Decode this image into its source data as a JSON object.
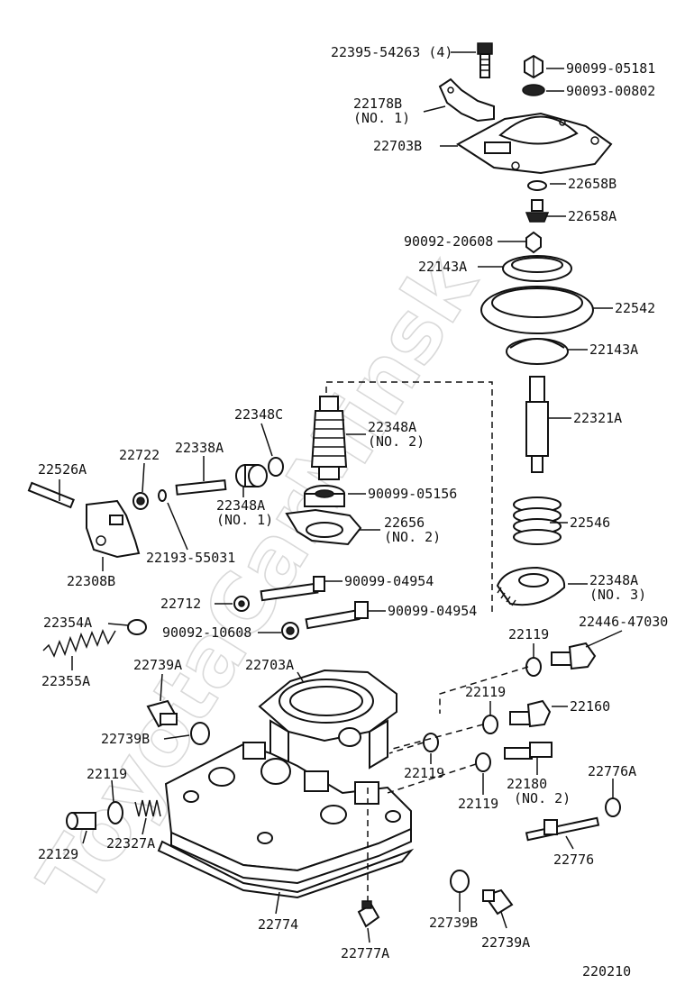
{
  "watermark": "ToyotaCarMinsk",
  "diagram_id": "220210",
  "labels": {
    "p22395_54263": "22395-54263 (4)",
    "p90099_05181": "90099-05181",
    "p90093_00802": "90093-00802",
    "p22178B": "22178B",
    "p22178B_no": "(NO. 1)",
    "p22703B": "22703B",
    "p22658B": "22658B",
    "p22658A": "22658A",
    "p90092_20608": "90092-20608",
    "p22143A_top": "22143A",
    "p22542": "22542",
    "p22143A_bottom": "22143A",
    "p22348C": "22348C",
    "p22348A_no2": "22348A",
    "p22348A_no2_sub": "(NO. 2)",
    "p22321A": "22321A",
    "p22526A": "22526A",
    "p22722": "22722",
    "p22338A": "22338A",
    "p22348A_no1": "22348A",
    "p22348A_no1_sub": "(NO. 1)",
    "p90099_05156": "90099-05156",
    "p22656": "22656",
    "p22656_sub": "(NO. 2)",
    "p22546": "22546",
    "p22193_55031": "22193-55031",
    "p22308B": "22308B",
    "p90099_04954_a": "90099-04954",
    "p22348A_no3": "22348A",
    "p22348A_no3_sub": "(NO. 3)",
    "p22712": "22712",
    "p90099_04954_b": "90099-04954",
    "p22354A": "22354A",
    "p90092_10608": "90092-10608",
    "p22119_a": "22119",
    "p22446_47030": "22446-47030",
    "p22355A": "22355A",
    "p22739A_top": "22739A",
    "p22703A": "22703A",
    "p22119_b": "22119",
    "p22160": "22160",
    "p22739B_top": "22739B",
    "p22119_c": "22119",
    "p22180": "22180",
    "p22180_sub": "(NO. 2)",
    "p22776A": "22776A",
    "p22119_d": "22119",
    "p22119_e": "22119",
    "p22129": "22129",
    "p22327A": "22327A",
    "p22776": "22776",
    "p22774": "22774",
    "p22739B_bottom": "22739B",
    "p22739A_bottom": "22739A",
    "p22777A": "22777A"
  }
}
